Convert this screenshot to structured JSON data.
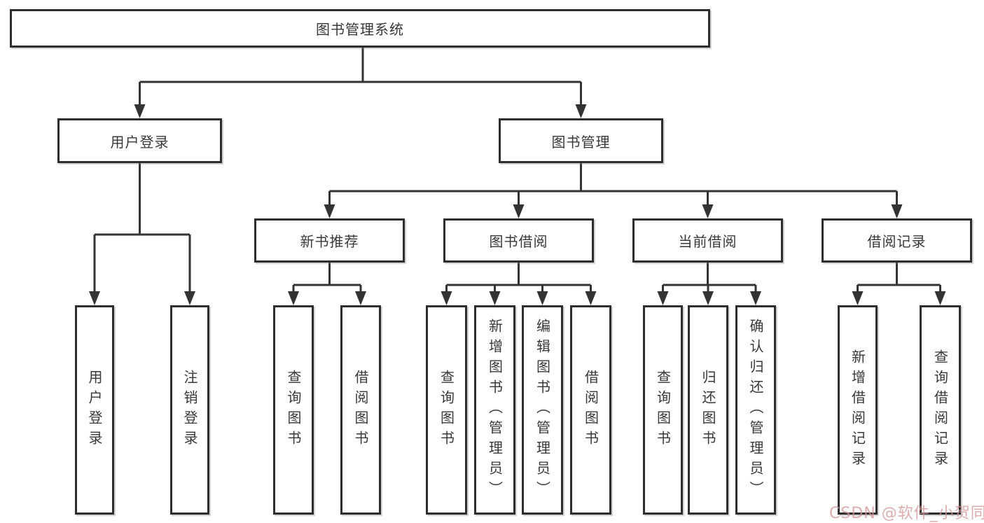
{
  "diagram": {
    "root": {
      "label": "图书管理系统"
    },
    "level2": [
      {
        "label": "用户登录"
      },
      {
        "label": "图书管理"
      }
    ],
    "level3": [
      {
        "label": "新书推荐"
      },
      {
        "label": "图书借阅"
      },
      {
        "label": "当前借阅"
      },
      {
        "label": "借阅记录"
      }
    ],
    "leaves": [
      {
        "label": "用户登录"
      },
      {
        "label": "注销登录"
      },
      {
        "label": "查询图书"
      },
      {
        "label": "借阅图书"
      },
      {
        "label": "查询图书"
      },
      {
        "label": "新增图书（管理员）"
      },
      {
        "label": "编辑图书（管理员）"
      },
      {
        "label": "借阅图书"
      },
      {
        "label": "查询图书"
      },
      {
        "label": "归还图书"
      },
      {
        "label": "确认归还（管理员）"
      },
      {
        "label": "新增借阅记录"
      },
      {
        "label": "查询借阅记录"
      }
    ],
    "watermark": "CSDN @软件_小贺同学",
    "colors": {
      "line": "#333333",
      "border": "#2e2e2e",
      "text": "#383838",
      "watermark": "#d29696",
      "background": "#ffffff"
    }
  }
}
